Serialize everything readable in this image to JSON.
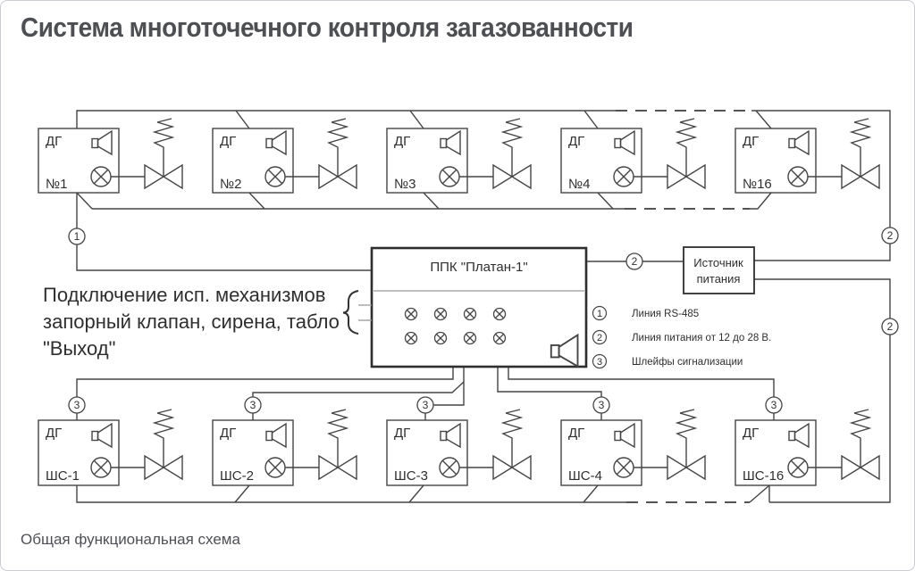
{
  "header": {
    "title": "Система многоточечного контроля загазованности"
  },
  "footer": {
    "caption": "Общая функциональная схема"
  },
  "diagram": {
    "top_row": [
      {
        "type": "ДГ",
        "num": "№1"
      },
      {
        "type": "ДГ",
        "num": "№2"
      },
      {
        "type": "ДГ",
        "num": "№3"
      },
      {
        "type": "ДГ",
        "num": "№4"
      },
      {
        "type": "ДГ",
        "num": "№16"
      }
    ],
    "bottom_row": [
      {
        "type": "ДГ",
        "num": "ШС-1"
      },
      {
        "type": "ДГ",
        "num": "ШС-2"
      },
      {
        "type": "ДГ",
        "num": "ШС-3"
      },
      {
        "type": "ДГ",
        "num": "ШС-4"
      },
      {
        "type": "ДГ",
        "num": "ШС-16"
      }
    ],
    "controller": {
      "title": "ППК \"Платан-1\""
    },
    "power_supply": {
      "line1": "Источник",
      "line2": "питания"
    },
    "note": {
      "line1": "Подключение исп. механизмов",
      "line2": "запорный клапан, сирена, табло",
      "line3": "\"Выход\""
    },
    "markers": {
      "m1": "1",
      "m2": "2",
      "m3": "3"
    },
    "legend": {
      "items": [
        {
          "num": "1",
          "label": "Линия RS-485"
        },
        {
          "num": "2",
          "label": "Линия питания от 12 до 28 В."
        },
        {
          "num": "3",
          "label": "Шлейфы сигнализации"
        }
      ]
    },
    "colors": {
      "line": "#454545",
      "light_line": "#999999",
      "title": "#4d4f52",
      "caption": "#4e5055"
    }
  }
}
